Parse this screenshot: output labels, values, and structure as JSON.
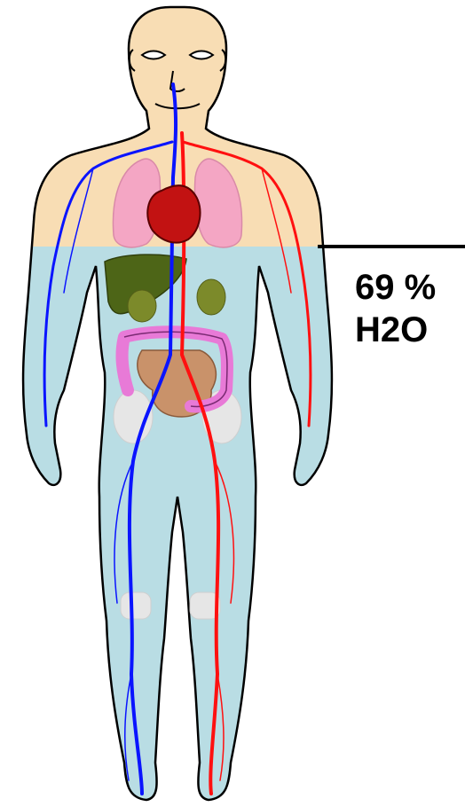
{
  "annotation": {
    "percentage": "69 %",
    "substance": "H2O"
  },
  "colors": {
    "water_fill": "#b9dde4",
    "skin_fill": "#f8ddb4",
    "outline": "#000000",
    "veins": "#0a14ff",
    "arteries": "#ff1010",
    "lungs": "#f4a6c4",
    "heart": "#c21212",
    "liver": "#4d6517",
    "kidneys": "#7c8a2a",
    "colon": "#e87ad7",
    "small_intestine": "#c9926a",
    "bones": "#e6e6e6"
  },
  "icons": [
    "human-body-illustration",
    "water-level-marker-line"
  ]
}
